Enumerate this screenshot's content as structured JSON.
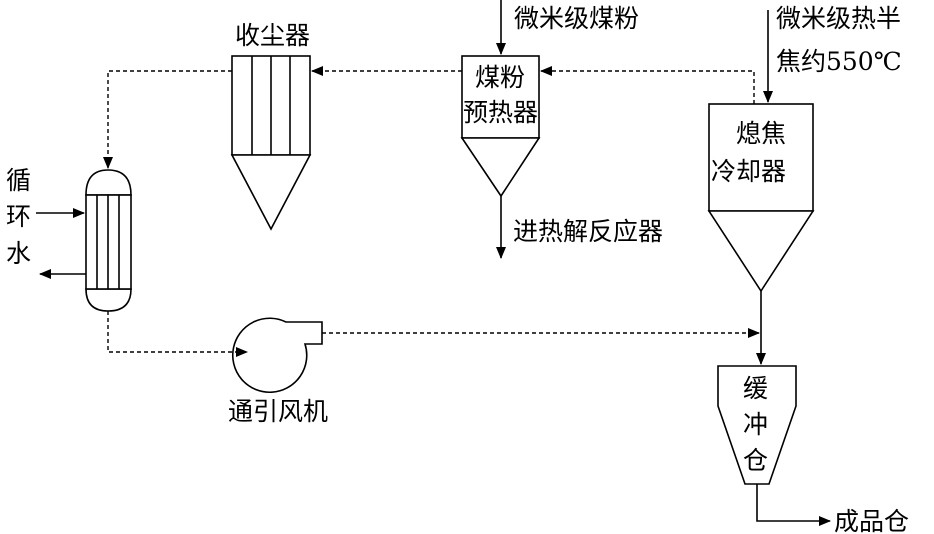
{
  "diagram": {
    "labels": {
      "dust_collector": "收尘器",
      "micro_coal": "微米级煤粉",
      "hot_semicoke_1": "微米级热半",
      "hot_semicoke_2": "焦约550℃",
      "preheater_1": "煤粉",
      "preheater_2": "预热器",
      "quench_1": "熄焦",
      "quench_2": "冷却器",
      "to_pyrolysis": "进热解反应器",
      "circulating_water_1": "循",
      "circulating_water_2": "环",
      "circulating_water_3": "水",
      "fan": "通引风机",
      "buffer_1": "缓",
      "buffer_2": "冲",
      "buffer_3": "仓",
      "product_bin": "成品仓"
    }
  }
}
